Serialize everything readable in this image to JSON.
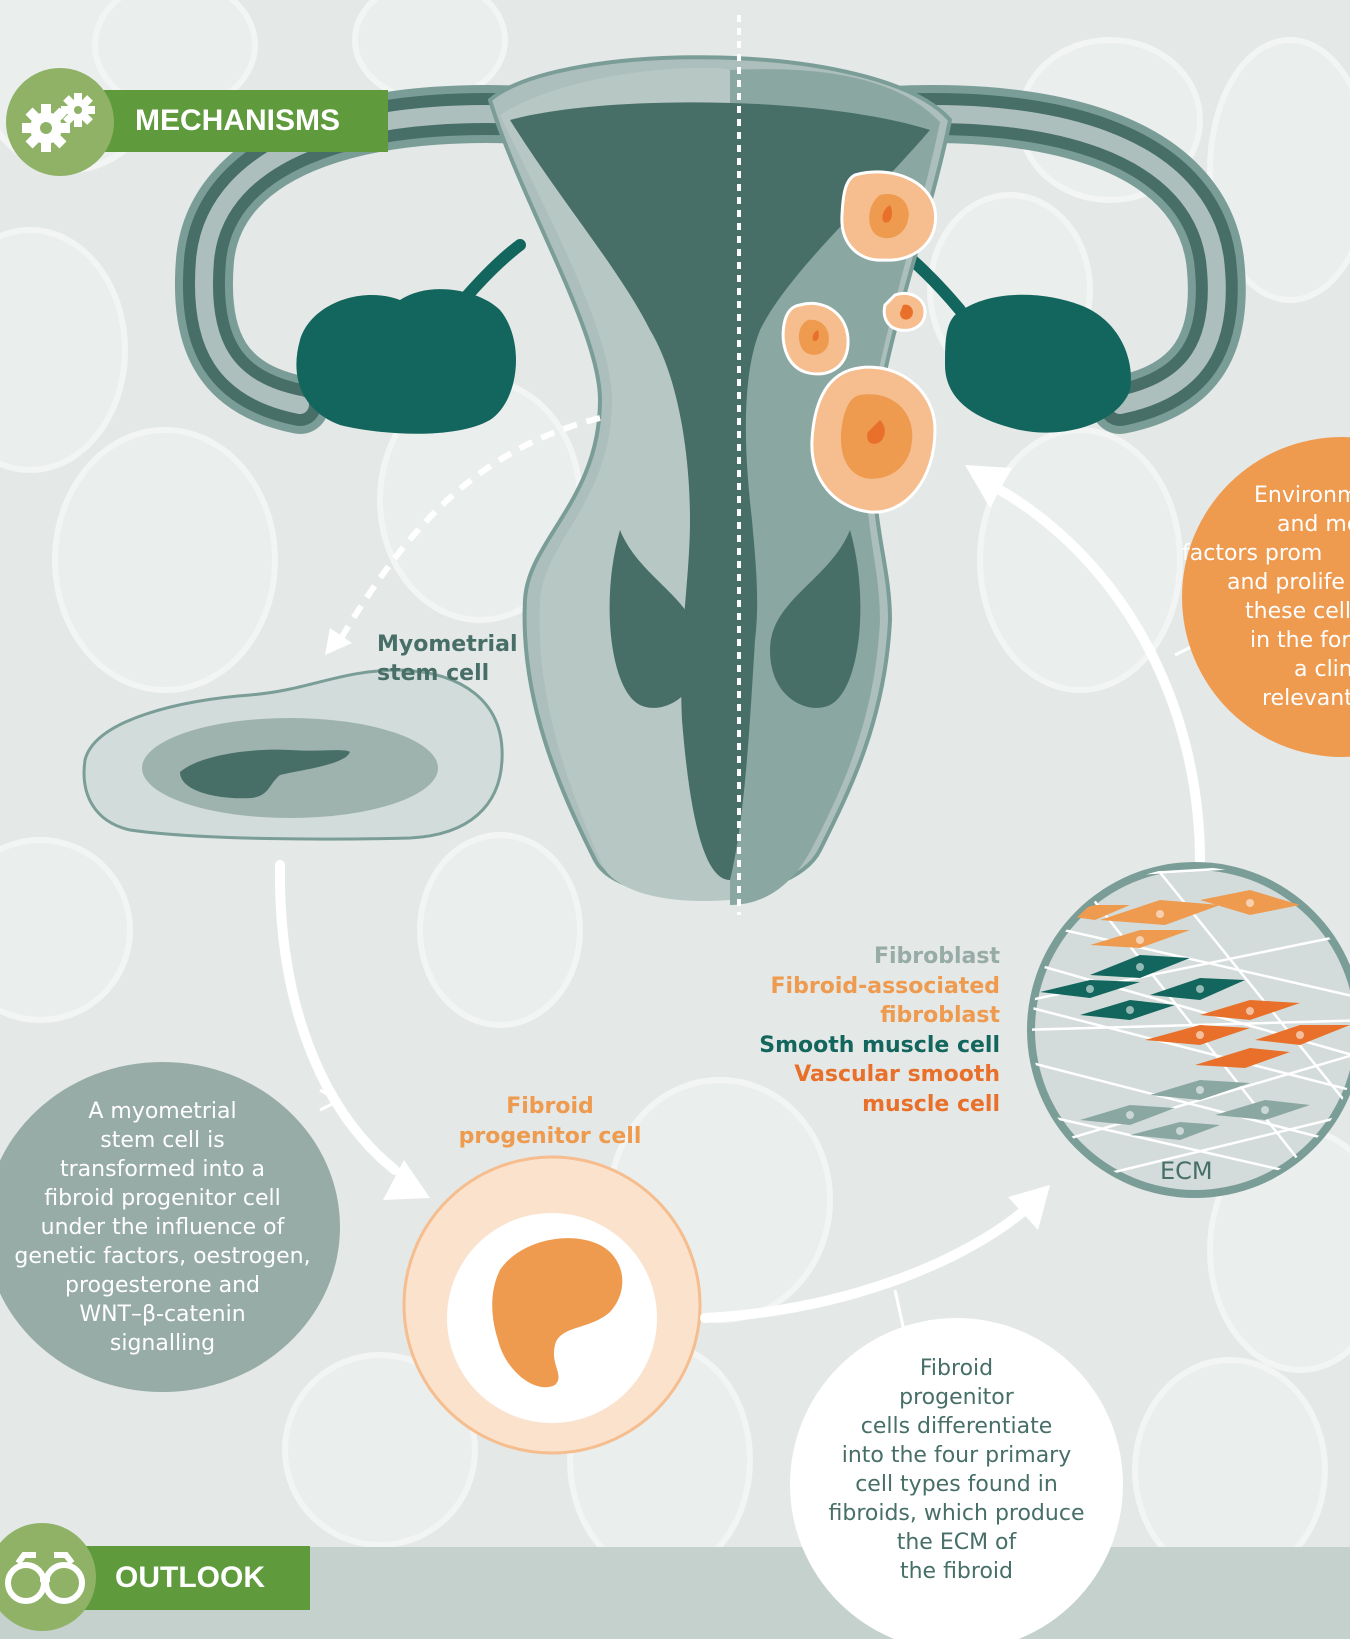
{
  "sections": {
    "mechanisms": {
      "label": "MECHANISMS",
      "icon": "gears-icon"
    },
    "outlook": {
      "label": "OUTLOOK",
      "icon": "binoculars-icon"
    }
  },
  "labels": {
    "myometrial_stem_cell_line1": "Myometrial",
    "myometrial_stem_cell_line2": "stem cell",
    "fibroid_progenitor_line1": "Fibroid",
    "fibroid_progenitor_line2": "progenitor cell",
    "ecm": "ECM"
  },
  "legend": {
    "fibroblast": "Fibroblast",
    "fibroid_associated_line1": "Fibroid-associated",
    "fibroid_associated_line2": "fibroblast",
    "smooth_muscle": "Smooth muscle cell",
    "vascular_line1": "Vascular smooth",
    "vascular_line2": "muscle cell"
  },
  "captions": {
    "transform": [
      "A myometrial",
      "stem cell is",
      "transformed into a",
      "fibroid progenitor cell",
      "under the influence of",
      "genetic factors, oestrogen,",
      "progesterone and",
      "WNT–β-catenin",
      "signalling"
    ],
    "differentiate": [
      "Fibroid",
      "progenitor",
      "cells differentiate",
      "into the four primary",
      "cell types found in",
      "fibroids, which produce",
      "the ECM of",
      "the fibroid"
    ],
    "environment": [
      "Environm",
      "and mol",
      "factors prom",
      "and prolife",
      "these cells,",
      "in the form",
      "a clinic",
      "relevant"
    ]
  },
  "colors": {
    "background": "#e4e8e6",
    "dark_teal": "#476f68",
    "deep_teal": "#13665d",
    "light_grey_green": "#adbfbc",
    "orange": "#ee9a4f",
    "bright_orange": "#e8702a",
    "light_orange": "#f6bd8e",
    "green_banner": "#5f9a3c",
    "grey_circle": "#97aca7"
  }
}
